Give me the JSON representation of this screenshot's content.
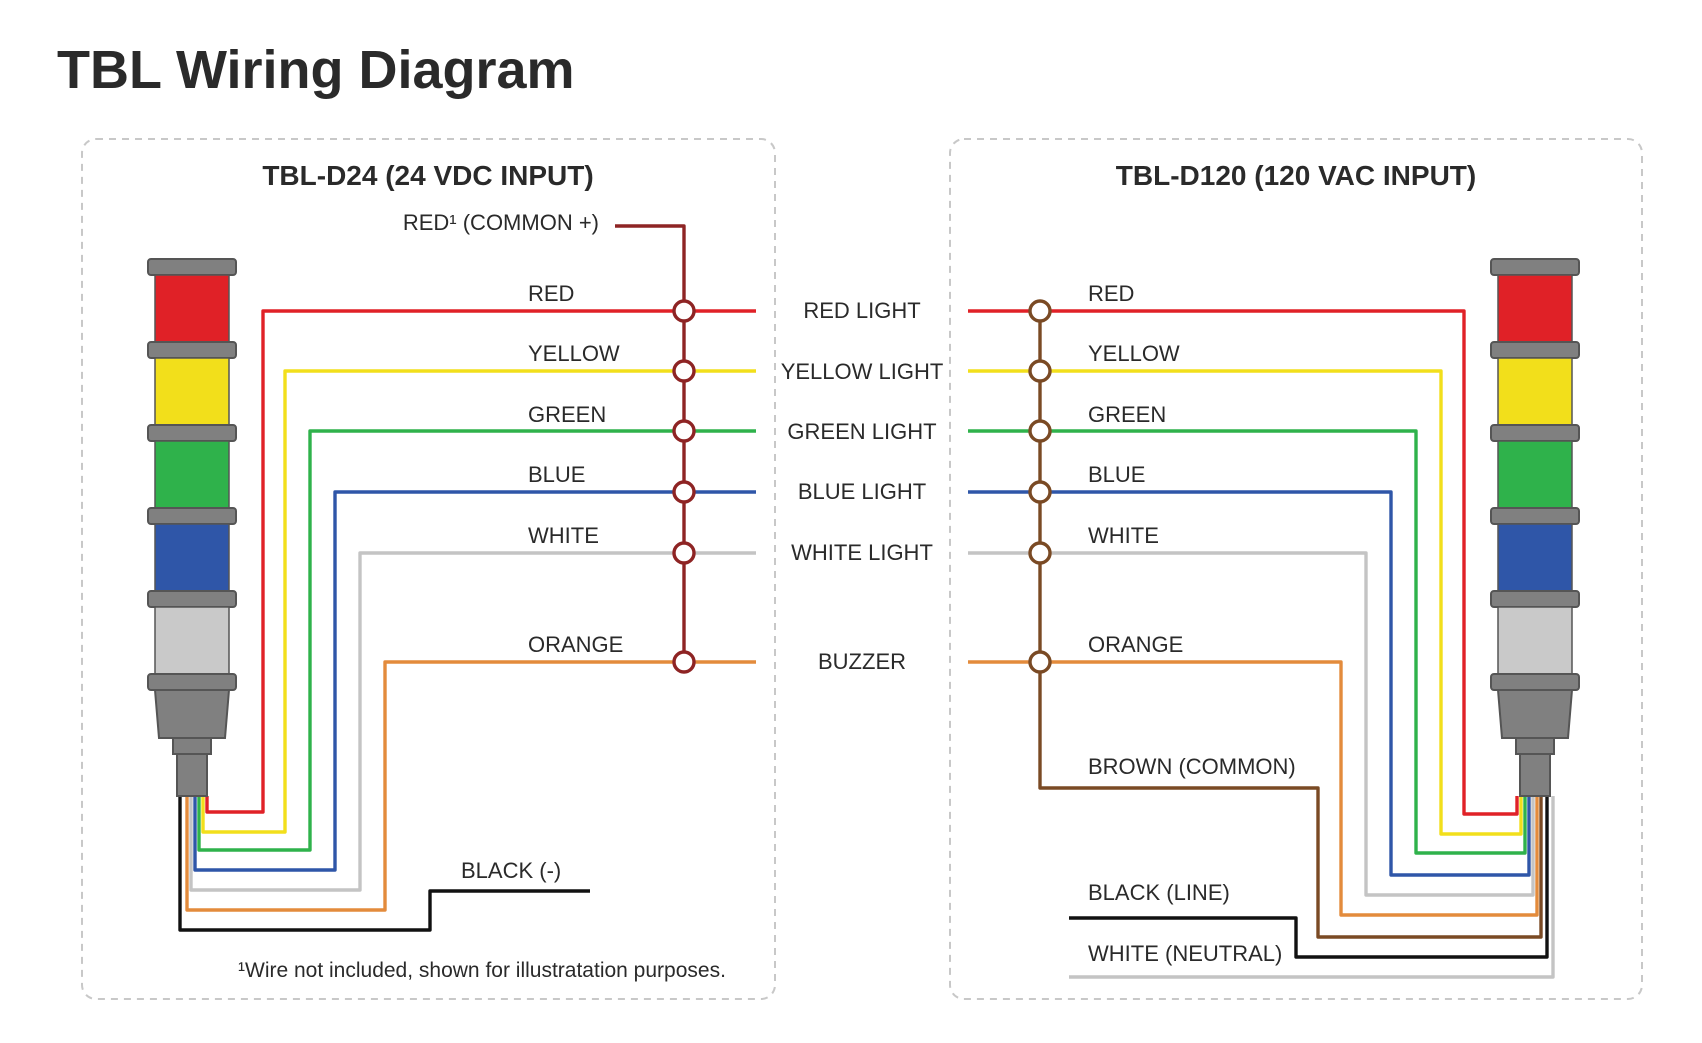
{
  "title": "TBL Wiring Diagram",
  "colors": {
    "red": "#e02127",
    "yellow": "#f2df1b",
    "green": "#2fb24b",
    "blue": "#2f56a8",
    "white_wire": "#c4c4c4",
    "orange": "#e38b3c",
    "black": "#111111",
    "dark_red_common": "#8e2424",
    "brown_common": "#7a4a24",
    "tower_gray": "#808080",
    "light_gray_segment": "#c9c9c9"
  },
  "left_panel": {
    "title": "TBL-D24 (24 VDC INPUT)",
    "common_label": "RED¹ (COMMON +)",
    "wires": [
      "RED",
      "YELLOW",
      "GREEN",
      "BLUE",
      "WHITE",
      "ORANGE"
    ],
    "black_label": "BLACK (-)",
    "footnote": "¹Wire not included, shown for illustratation purposes."
  },
  "center_labels": [
    "RED LIGHT",
    "YELLOW LIGHT",
    "GREEN LIGHT",
    "BLUE LIGHT",
    "WHITE LIGHT",
    "BUZZER"
  ],
  "right_panel": {
    "title": "TBL-D120 (120 VAC INPUT)",
    "wires": [
      "RED",
      "YELLOW",
      "GREEN",
      "BLUE",
      "WHITE",
      "ORANGE"
    ],
    "common_label": "BROWN (COMMON)",
    "line_label": "BLACK (LINE)",
    "neutral_label": "WHITE (NEUTRAL)"
  }
}
